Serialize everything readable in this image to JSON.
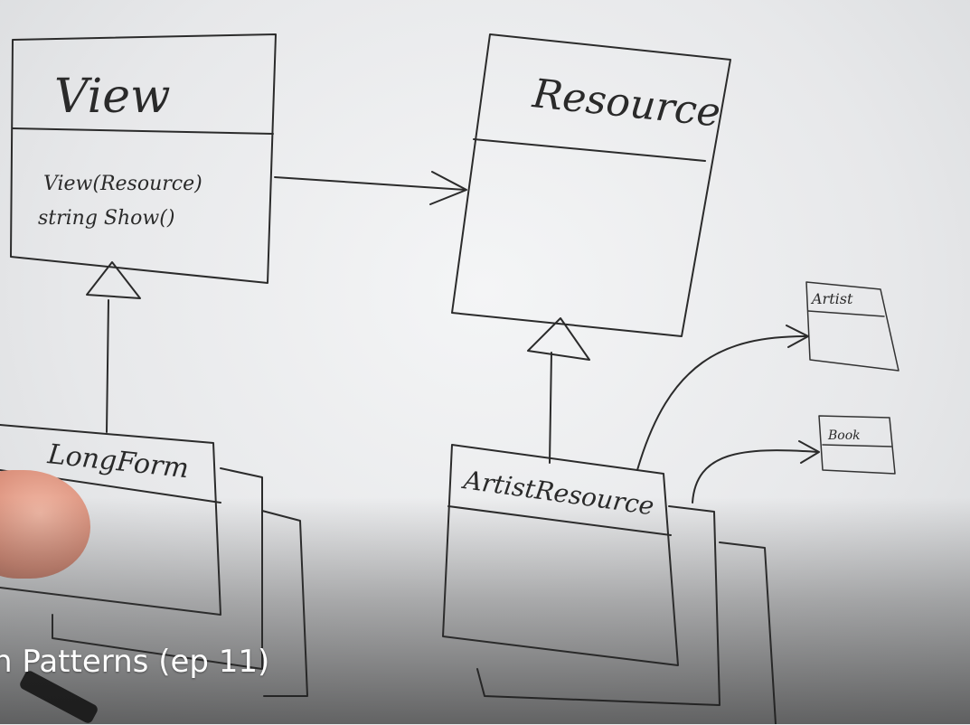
{
  "diagram": {
    "view_class": {
      "name": "View",
      "members": [
        "View(Resource)",
        "string Show()"
      ]
    },
    "resource_class": {
      "name": "Resource"
    },
    "longform_class": {
      "name": "LongForm"
    },
    "artist_resource_class": {
      "name": "ArtistResource"
    },
    "artist_box": {
      "name": "Artist"
    },
    "book_box": {
      "name": "Book"
    }
  },
  "video": {
    "caption": "n Patterns (ep 11)"
  }
}
